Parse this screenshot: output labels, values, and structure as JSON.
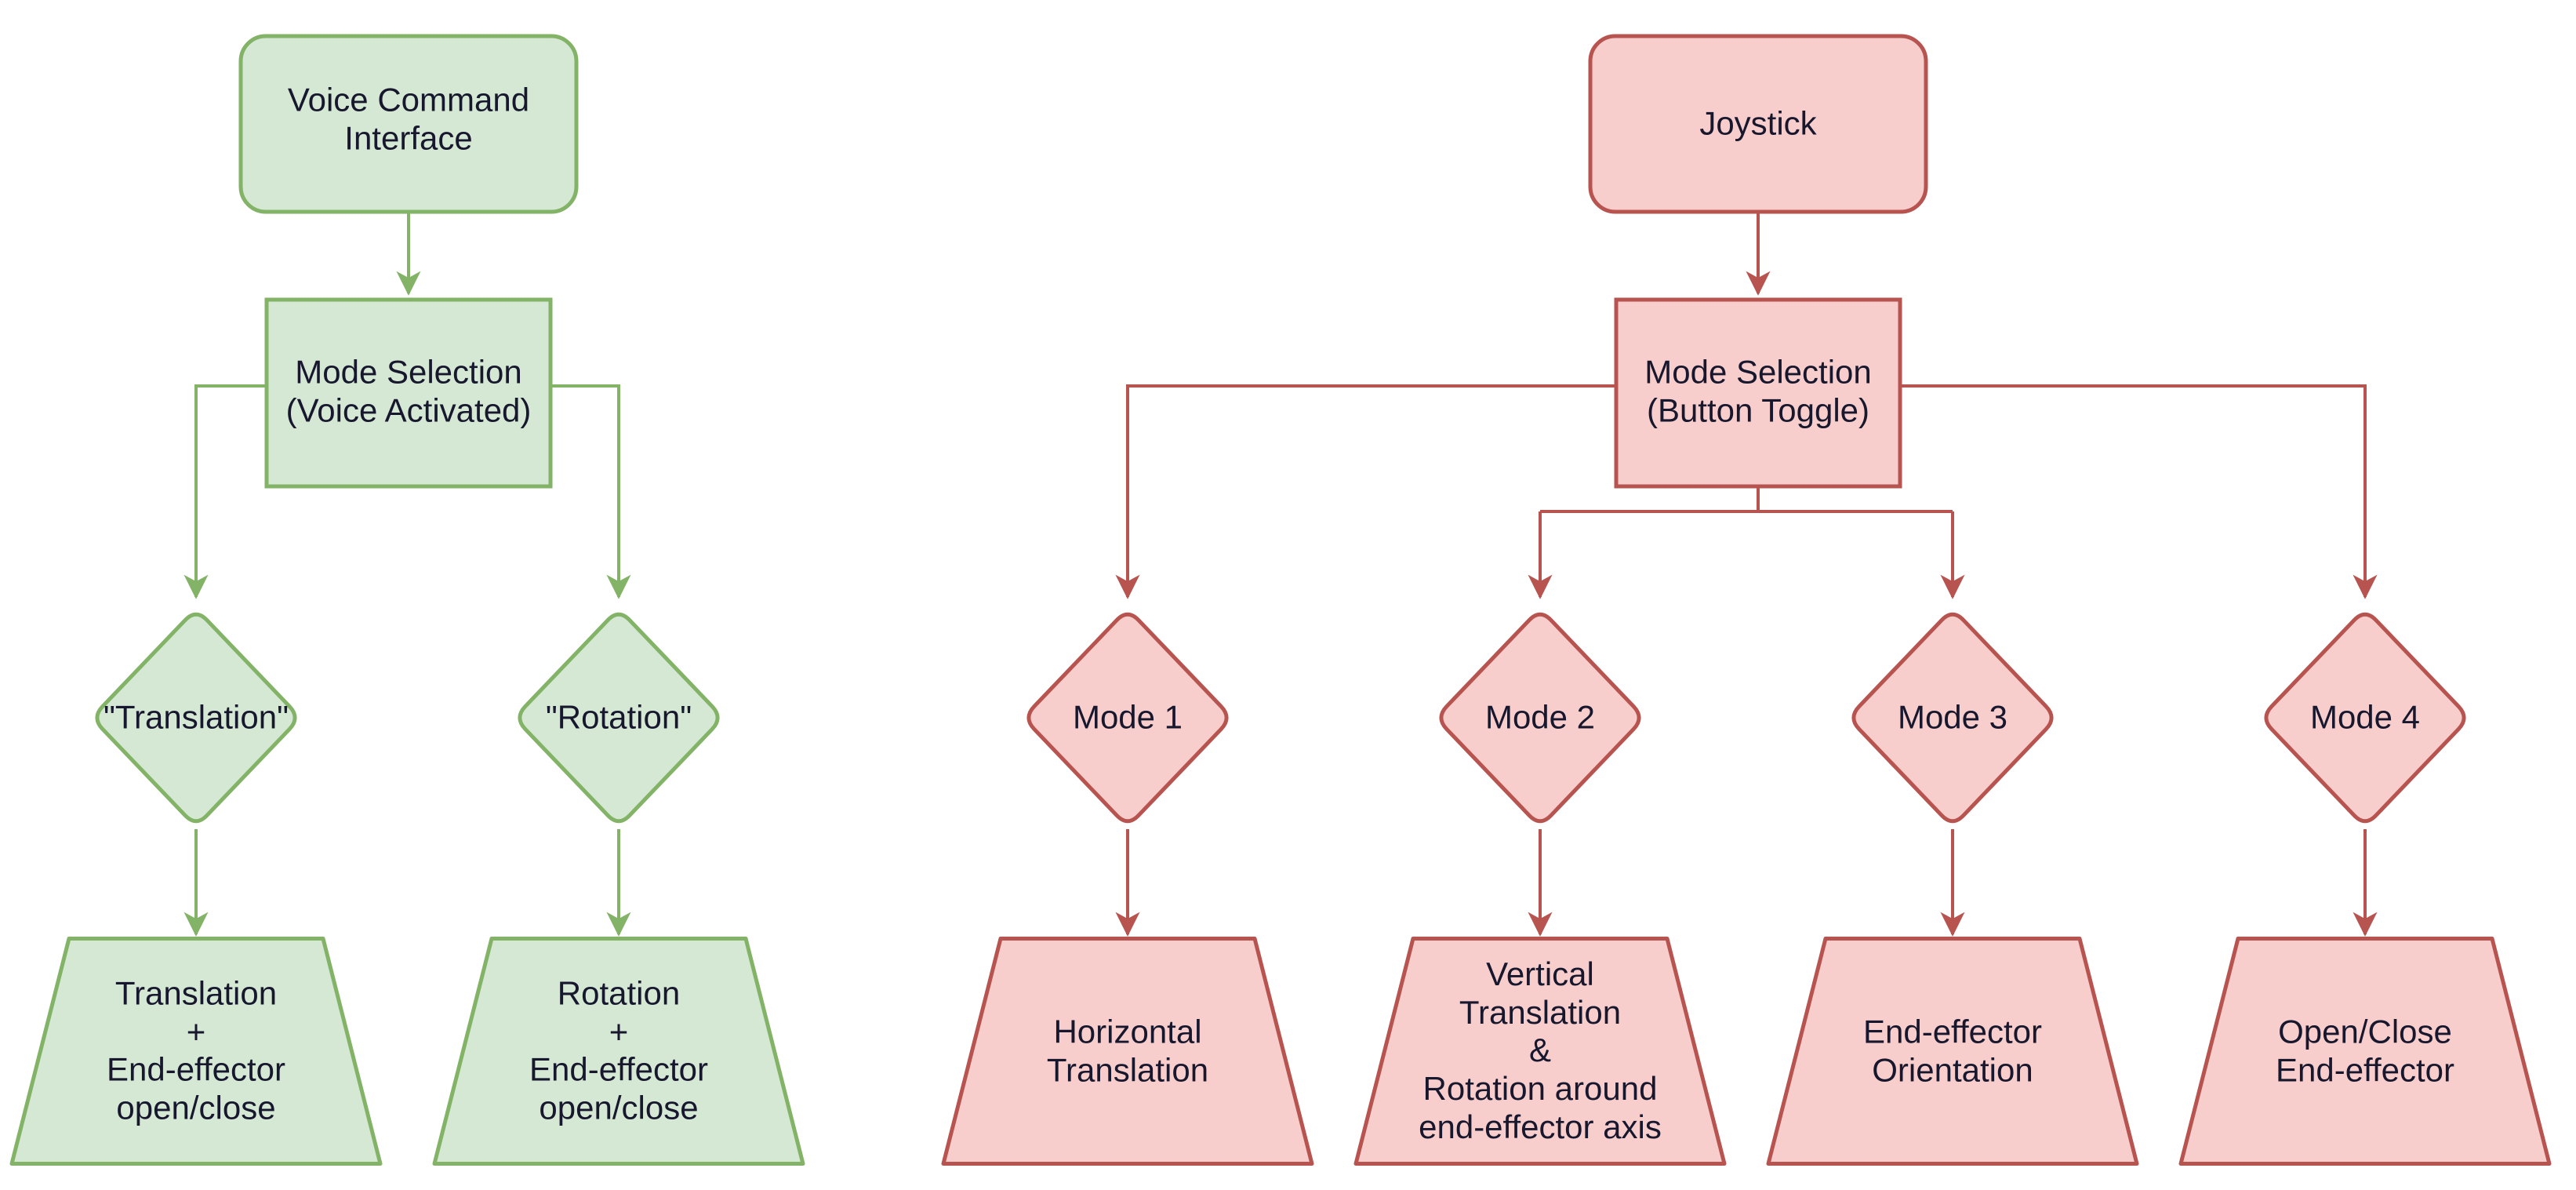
{
  "title": "Control interface mode-selection flowcharts",
  "colors": {
    "green_fill": "#d5e8d4",
    "green_stroke": "#82b366",
    "red_fill": "#f8cecc",
    "red_stroke": "#b85450",
    "text": "#17172e",
    "background": "#ffffff"
  },
  "voice_flow": {
    "source": "Voice Command\nInterface",
    "mode_selection": "Mode Selection\n(Voice Activated)",
    "branch_translation": "\"Translation\"",
    "branch_rotation": "\"Rotation\"",
    "action_translation": "Translation\n+\nEnd-effector\nopen/close",
    "action_rotation": "Rotation\n+\nEnd-effector\nopen/close"
  },
  "joystick_flow": {
    "source": "Joystick",
    "mode_selection": "Mode Selection\n(Button Toggle)",
    "mode_1": "Mode 1",
    "mode_2": "Mode 2",
    "mode_3": "Mode 3",
    "mode_4": "Mode 4",
    "action_mode_1": "Horizontal\nTranslation",
    "action_mode_2": "Vertical\nTranslation\n&\nRotation around\nend-effector axis",
    "action_mode_3": "End-effector\nOrientation",
    "action_mode_4": "Open/Close\nEnd-effector"
  }
}
